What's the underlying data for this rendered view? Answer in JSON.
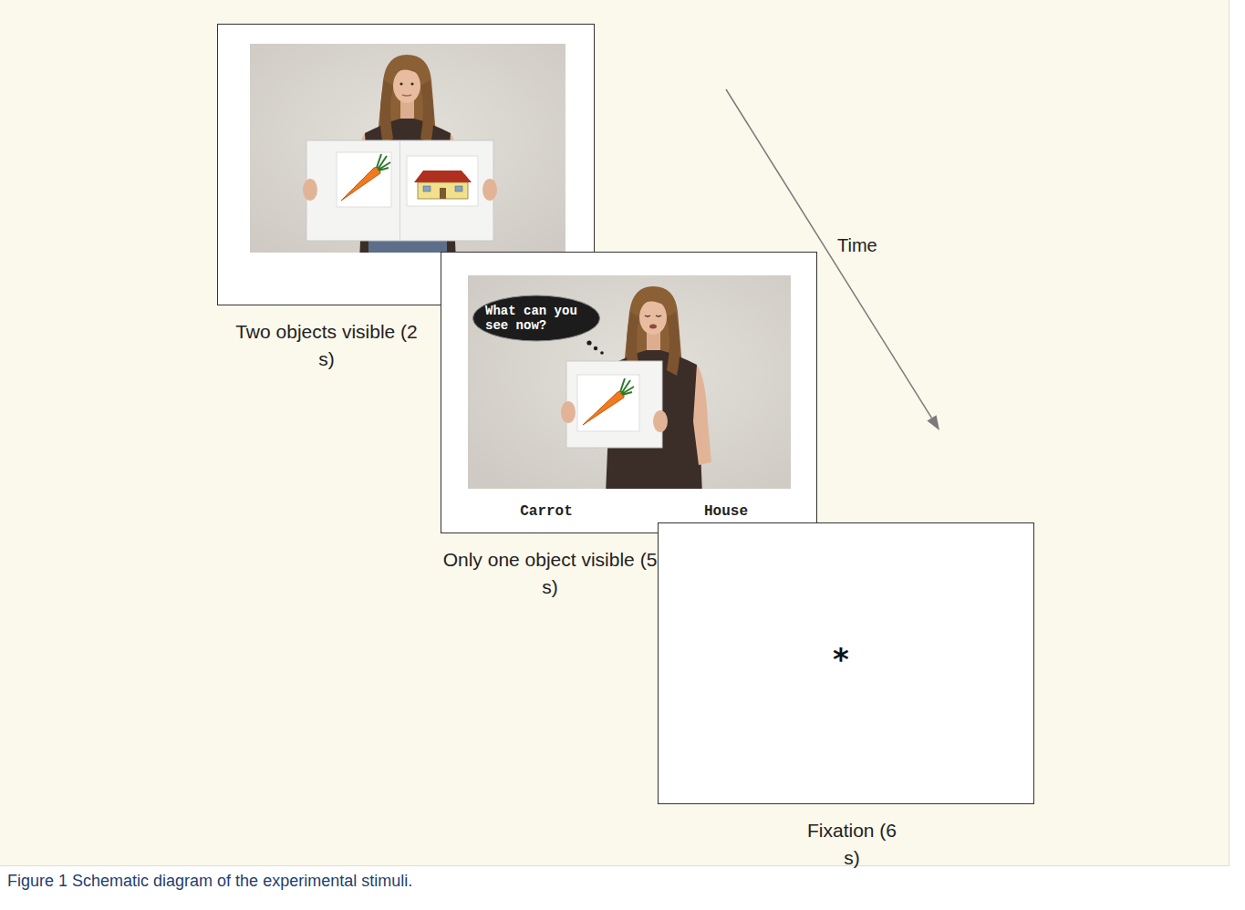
{
  "diagram": {
    "caption": "Figure 1 Schematic diagram of the experimental stimuli.",
    "nodes": [
      {
        "text": [
          "Two objects visible (2 s)"
        ]
      },
      {
        "text": [
          "Carrot",
          "House",
          "Only one object visible (5 s)"
        ]
      },
      {
        "text": [
          "What can you see now?"
        ],
        "in": 1
      },
      {
        "text": [
          "*",
          "Fixation (6 s)"
        ]
      }
    ],
    "labels": [
      "Time"
    ]
  }
}
